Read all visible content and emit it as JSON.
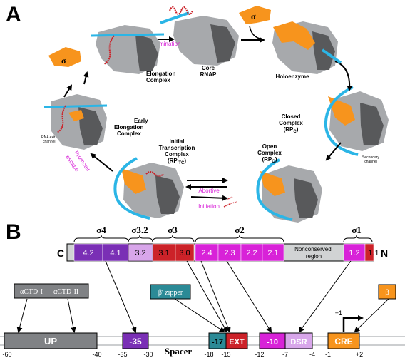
{
  "panel_a": {
    "letter": "A",
    "sigma": "σ",
    "termination": "Termination",
    "core_rnap": [
      "Core",
      "RNAP"
    ],
    "holoenzyme": "Holoenzyme",
    "elongation": [
      "Elongation",
      "Complex"
    ],
    "closed": [
      "Closed",
      "Complex",
      "(RP",
      "C",
      ")"
    ],
    "secondary_channel": [
      "Secondary",
      "channel"
    ],
    "early_elongation": [
      "Early",
      "Elongation",
      "Complex"
    ],
    "rna_exit": [
      "RNA exit",
      "channel"
    ],
    "promoter_escape": [
      "Promoter",
      "escape"
    ],
    "initial": [
      "Initial",
      "Transcription",
      "Complex",
      "(RP",
      "ITC",
      ")"
    ],
    "open": [
      "Open",
      "Complex",
      "(RP",
      "O",
      ")"
    ],
    "abortive": [
      "Abortive",
      "Initiation"
    ]
  },
  "panel_b": {
    "letter": "B",
    "c_label": "C",
    "n_label": "N",
    "region_headers": [
      "σ4",
      "σ3.2",
      "σ3",
      "σ2",
      "σ1"
    ],
    "segments": [
      "4.2",
      "4.1",
      "3.2",
      "3.1",
      "3.0",
      "2.4",
      "2.3",
      "2.2",
      "2.1",
      "Nonconserved\nregion",
      "1.2",
      "1.1"
    ],
    "acdt1": "αCTD-I",
    "acdt2": "αCTD-II",
    "bprime": "β' zipper",
    "beta": "β",
    "plus_one": "+1",
    "dna_elements": [
      "UP",
      "-35",
      "Spacer",
      "-17",
      "EXT",
      "-10",
      "DSR",
      "CRE"
    ],
    "positions": [
      "-60",
      "-40",
      "-35",
      "-30",
      "-18",
      "-15",
      "-12",
      "-7",
      "-4",
      "-1",
      "+2"
    ]
  },
  "colors": {
    "sigma_orange": "#f7941d",
    "core_gray": "#a7a9ac",
    "dark_gray": "#58595b",
    "purple": "#7a2fb5",
    "lilac": "#d8a6ea",
    "red": "#cc2229",
    "magenta": "#d822d8",
    "teal": "#2b8a96",
    "dna_blue": "#2bb5e6",
    "pink_label": "#d822d8"
  }
}
